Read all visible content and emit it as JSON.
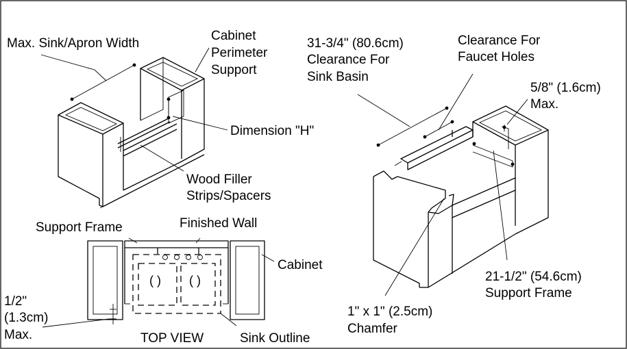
{
  "colors": {
    "line": "#000000",
    "background": "#ffffff"
  },
  "labels": {
    "max_sink_apron_width": "Max. Sink/Apron Width",
    "cabinet_perimeter_support": [
      "Cabinet",
      "Perimeter",
      "Support"
    ],
    "dimension_h": "Dimension \"H\"",
    "wood_filler": [
      "Wood Filler",
      "Strips/Spacers"
    ],
    "support_frame_top": "Support Frame",
    "finished_wall": "Finished Wall",
    "cabinet": "Cabinet",
    "half_inch_max": [
      "1/2\"",
      "(1.3cm)",
      "Max."
    ],
    "top_view": "TOP VIEW",
    "sink_outline": "Sink Outline",
    "basin_clearance": [
      "31-3/4\" (80.6cm)",
      "Clearance For",
      "Sink Basin"
    ],
    "faucet_clearance": [
      "Clearance For",
      "Faucet Holes"
    ],
    "five_eighths_max": [
      "5/8\" (1.6cm)",
      "Max."
    ],
    "support_frame_dim": [
      "21-1/2\" (54.6cm)",
      "Support Frame"
    ],
    "chamfer": [
      "1\" x 1\" (2.5cm)",
      "Chamfer"
    ]
  }
}
